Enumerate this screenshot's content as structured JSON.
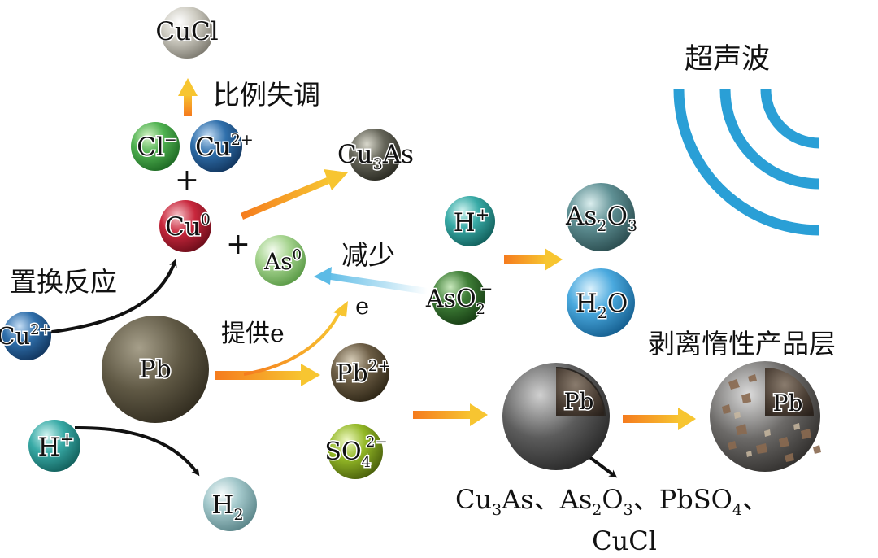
{
  "colors": {
    "arrow_orange": "#f39c12",
    "arrow_blue": "#6ec6e8",
    "arrow_dark": "#111111",
    "ultrasound_blue": "#2a9fd6",
    "sphere_grey": "#b9b6ab",
    "sphere_green": "#49a84a",
    "sphere_blue": "#2d6aa4",
    "sphere_red": "#c0263a",
    "sphere_lightgreen": "#9ccf86",
    "sphere_dark": "#5a5a4c",
    "sphere_teal": "#36a8a5",
    "sphere_slate": "#5e8d91",
    "sphere_sky": "#4aa7dc",
    "sphere_forest": "#3c7a34",
    "sphere_brown": "#6b5c44",
    "sphere_olive": "#8eb424",
    "sphere_pale": "#9cc3c6"
  },
  "nodes": {
    "cucl_top": {
      "label": "CuCl"
    },
    "cl_minus": {
      "base": "Cl",
      "sup": "−"
    },
    "cu2_top": {
      "base": "Cu",
      "sup": "2+"
    },
    "cu0": {
      "base": "Cu",
      "sup": "0"
    },
    "cu3as": {
      "base": "Cu",
      "sub": "3",
      "tail": "As"
    },
    "as0": {
      "base": "As",
      "sup": "0"
    },
    "h_top": {
      "base": "H",
      "sup": "+"
    },
    "aso2": {
      "base": "AsO",
      "sub": "2",
      "sup": "−"
    },
    "as2o3": {
      "base": "As",
      "sub": "2",
      "tail": "O",
      "sub2": "3"
    },
    "h2o": {
      "base": "H",
      "sub": "2",
      "tail": "O"
    },
    "cu2_left": {
      "base": "Cu",
      "sup": "2+"
    },
    "pb": {
      "label": "Pb"
    },
    "pb2": {
      "base": "Pb",
      "sup": "2+"
    },
    "h_bottom": {
      "base": "H",
      "sup": "+"
    },
    "h2": {
      "base": "H",
      "sub": "2"
    },
    "so4": {
      "base": "SO",
      "sub": "4",
      "sup": "2−"
    },
    "pb_core_mid": {
      "label": "Pb"
    },
    "pb_core_right": {
      "label": "Pb"
    }
  },
  "labels": {
    "disproportionation": "比例失调",
    "displacement": "置换反应",
    "plus_top": "+",
    "plus_mid": "+",
    "reduce": "减少",
    "provide_e": "提供e",
    "e_label": "e",
    "ultrasound": "超声波",
    "strip_layer": "剥离惰性产品层",
    "products_line2": "CuCl"
  },
  "products_line1": {
    "p1": "Cu",
    "p1s": "3",
    "p1t": "As、",
    "p2": "As",
    "p2s": "2",
    "p2t": "O",
    "p2s2": "3",
    "p2t2": "、",
    "p3": "PbSO",
    "p3s": "4",
    "p3t": "、"
  }
}
